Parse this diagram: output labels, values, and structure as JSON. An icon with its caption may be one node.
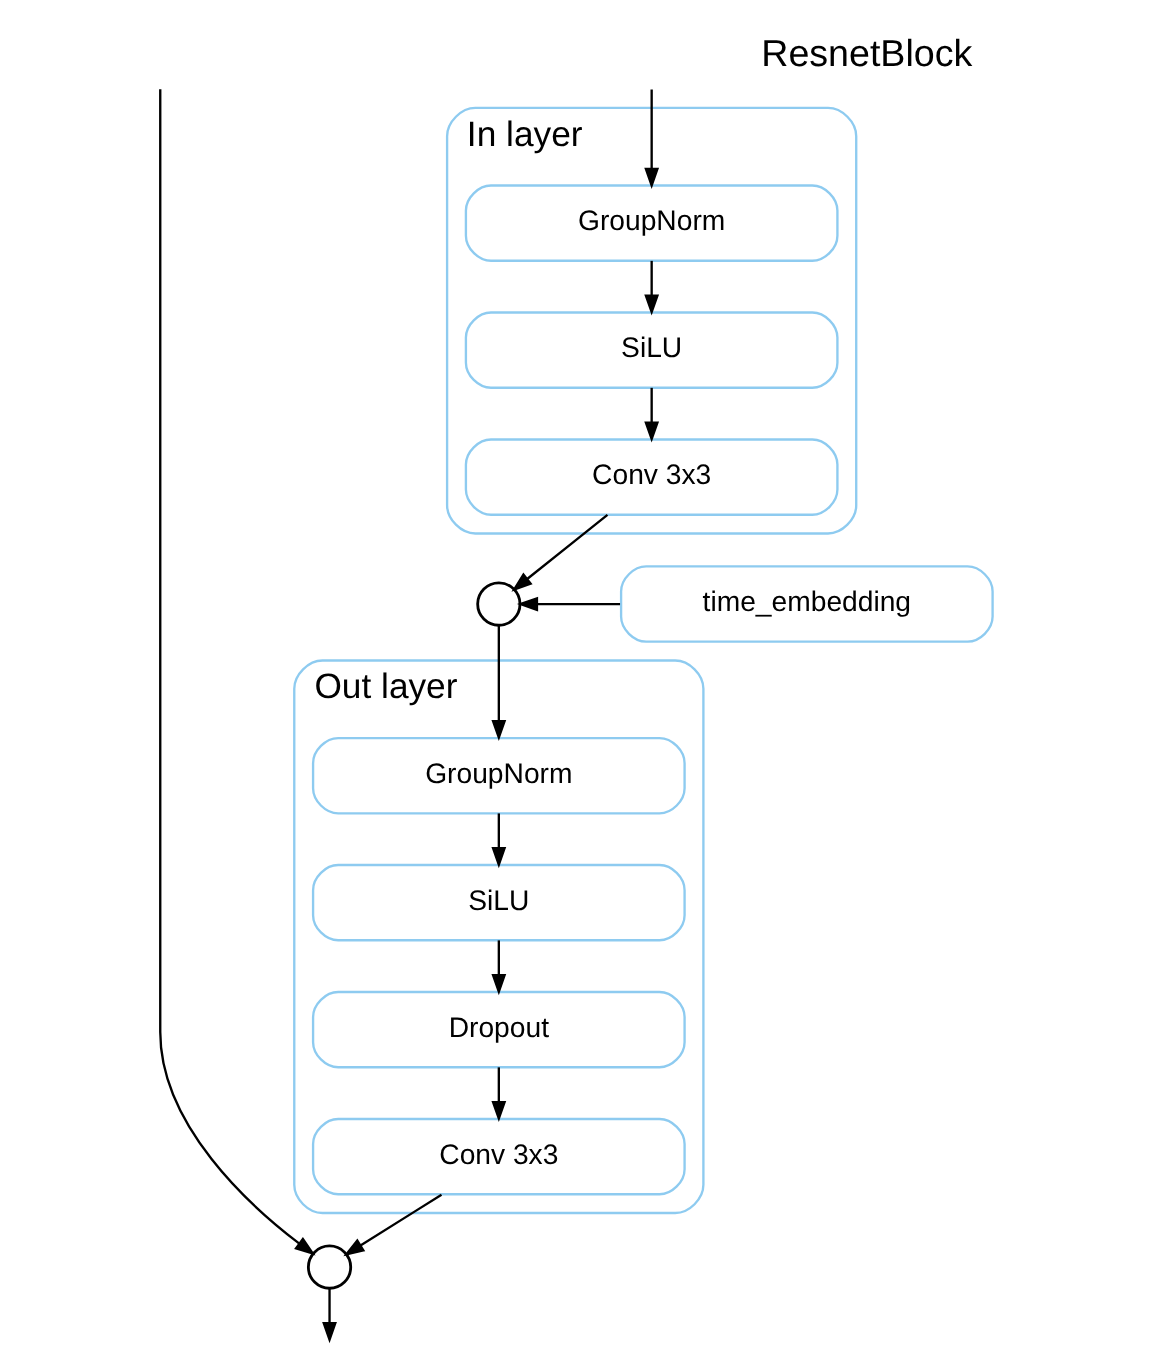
{
  "diagram": {
    "title": "ResnetBlock",
    "nodes": [
      {
        "text": [
          "In layer"
        ]
      },
      {
        "text": [
          "GroupNorm"
        ],
        "in": 0
      },
      {
        "text": [
          "SiLU"
        ],
        "in": 0
      },
      {
        "text": [
          "Conv 3x3"
        ],
        "in": 0
      },
      {
        "text": [],
        "shape": "circle"
      },
      {
        "text": [
          "time_embedding"
        ]
      },
      {
        "text": [
          "Out layer"
        ]
      },
      {
        "text": [
          "GroupNorm"
        ],
        "in": 6
      },
      {
        "text": [
          "SiLU"
        ],
        "in": 6
      },
      {
        "text": [
          "Dropout"
        ],
        "in": 6
      },
      {
        "text": [
          "Conv 3x3"
        ],
        "in": 6
      },
      {
        "text": [],
        "shape": "circle"
      }
    ],
    "edges": [
      {
        "from": null,
        "to": 1,
        "arrow": "to"
      },
      {
        "from": null,
        "to": 11,
        "arrow": "to"
      },
      {
        "from": 1,
        "to": 2,
        "arrow": "to"
      },
      {
        "from": 2,
        "to": 3,
        "arrow": "to"
      },
      {
        "from": 3,
        "to": 4,
        "arrow": "to"
      },
      {
        "from": 5,
        "to": 4,
        "arrow": "to"
      },
      {
        "from": 4,
        "to": 7,
        "arrow": "to"
      },
      {
        "from": 7,
        "to": 8,
        "arrow": "to"
      },
      {
        "from": 8,
        "to": 9,
        "arrow": "to"
      },
      {
        "from": 9,
        "to": 10,
        "arrow": "to"
      },
      {
        "from": 10,
        "to": 11,
        "arrow": "to"
      },
      {
        "from": 11,
        "to": null,
        "arrow": "to"
      }
    ]
  }
}
